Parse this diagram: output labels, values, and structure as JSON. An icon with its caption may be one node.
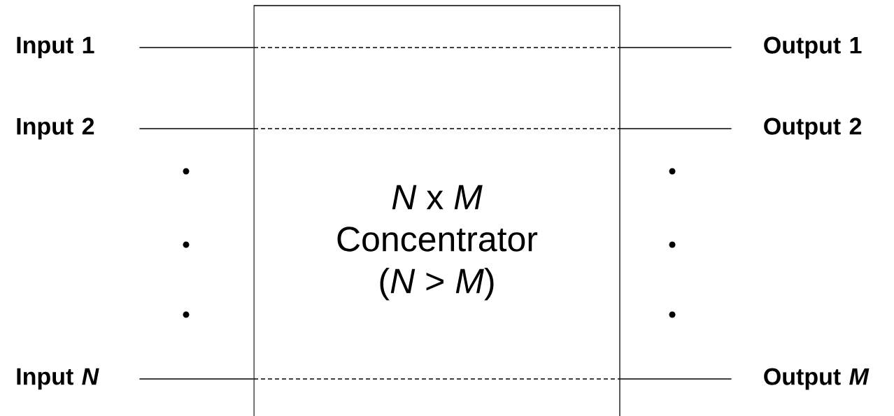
{
  "diagram": {
    "nodes": [
      {
        "text": [
          "*N* x *M* Concentrator (*N* > *M*)"
        ]
      },
      {
        "text": [
          "Input 1"
        ]
      },
      {
        "text": [
          "Input 2"
        ]
      },
      {
        "text": [
          "Input *N*"
        ]
      },
      {
        "text": [
          "Output 1"
        ]
      },
      {
        "text": [
          "Output 2"
        ]
      },
      {
        "text": [
          "Output *M*"
        ]
      }
    ],
    "edges": [
      {
        "from": 1,
        "to": 0,
        "arrow": "none"
      },
      {
        "from": 2,
        "to": 0,
        "arrow": "none"
      },
      {
        "from": 3,
        "to": 0,
        "arrow": "none"
      },
      {
        "from": 0,
        "to": 4,
        "arrow": "none"
      },
      {
        "from": 0,
        "to": 5,
        "arrow": "none"
      },
      {
        "from": 0,
        "to": 6,
        "arrow": "none"
      }
    ]
  }
}
